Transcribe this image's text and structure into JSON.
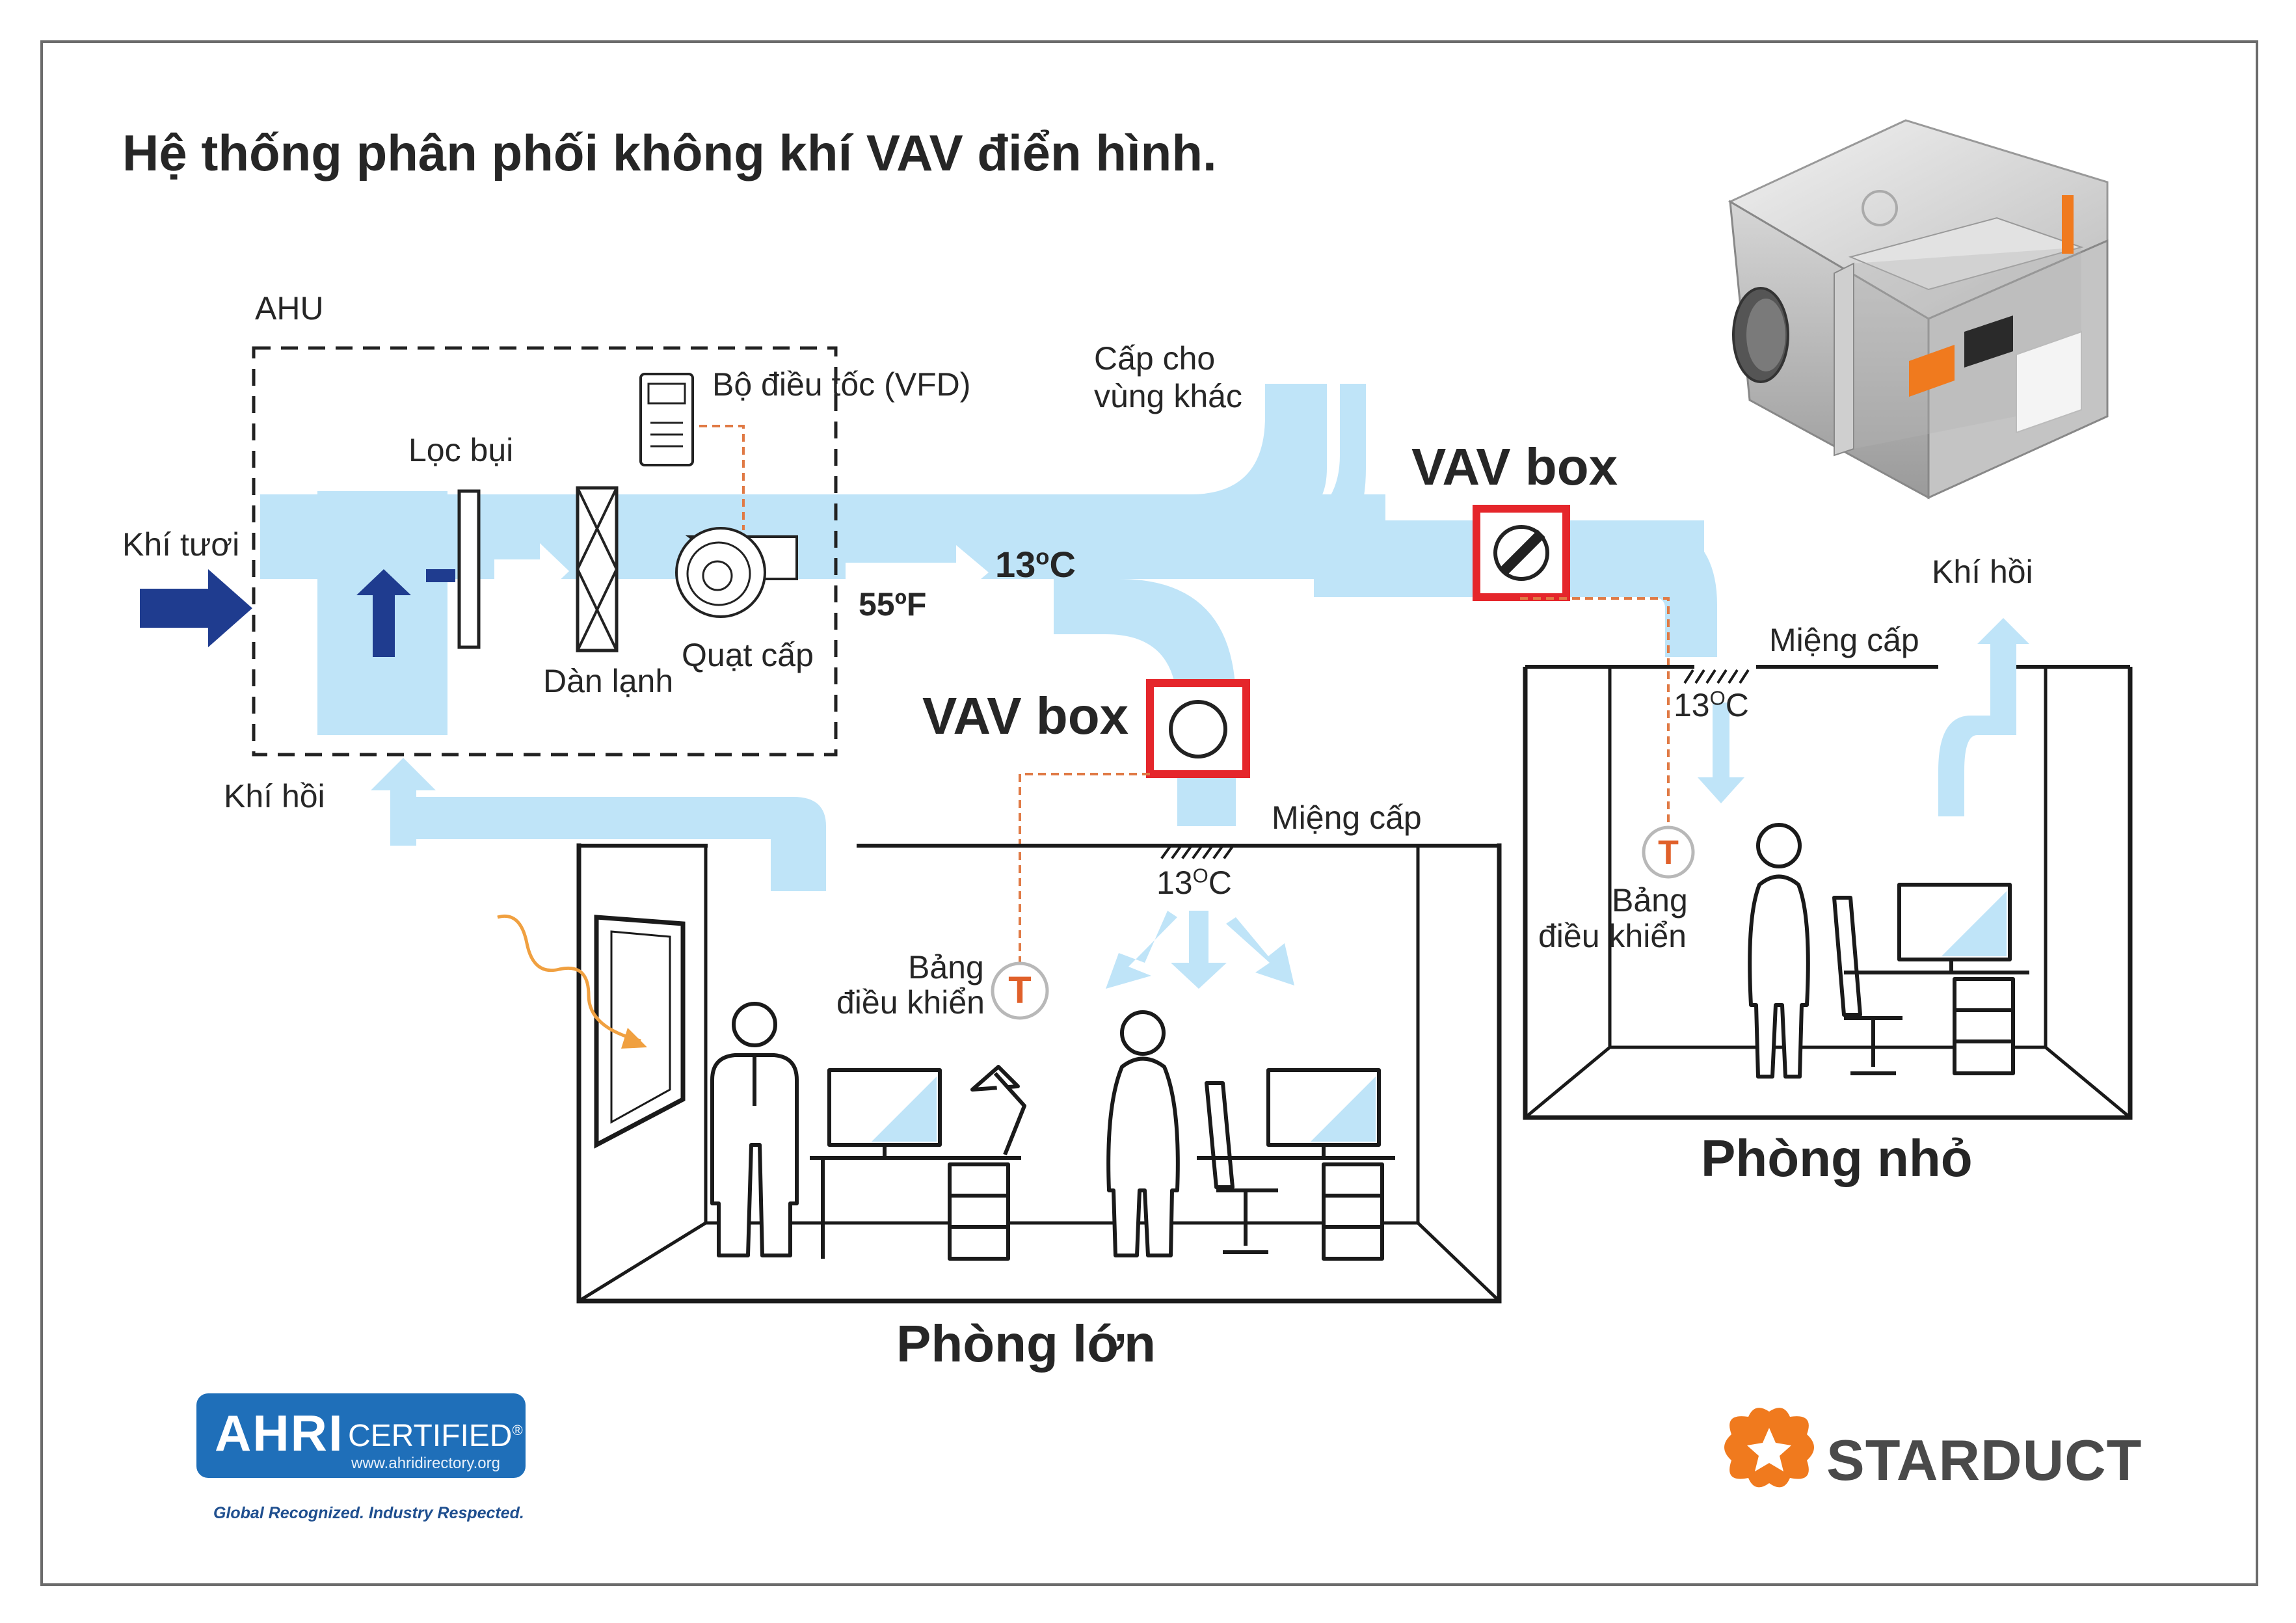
{
  "title": "Hệ thống phân phối không khí VAV điển hình.",
  "labels": {
    "ahu": "AHU",
    "fresh_air": "Khí tươi",
    "return_air_left": "Khí hồi",
    "filter": "Lọc bụi",
    "cooling_coil": "Dàn lạnh",
    "supply_fan": "Quạt cấp",
    "vfd": "Bộ điều tốc (VFD)",
    "supply_other_zone_line1": "Cấp cho",
    "supply_other_zone_line2": "vùng khác",
    "vav_box_center": "VAV box",
    "vav_box_right": "VAV box",
    "supply_temp_c_prefix": "13",
    "supply_temp_c_sup": "o",
    "supply_temp_c_suffix": "C",
    "supply_temp_f": "55ºF",
    "diffuser_big": "Miệng cấp",
    "diffuser_small": "Miệng cấp",
    "room_temp_big_prefix": "13",
    "room_temp_big_sup": "O",
    "room_temp_big_suffix": "C",
    "room_temp_small_prefix": "13",
    "room_temp_small_sup": "O",
    "room_temp_small_suffix": "C",
    "panel_big_line1": "Bảng",
    "panel_big_line2": "điều khiển",
    "panel_small_line1": "Bảng",
    "panel_small_line2": "điều khiển",
    "thermostat_symbol": "T",
    "return_air_right": "Khí hồi",
    "room_big": "Phòng lớn",
    "room_small": "Phòng nhỏ"
  },
  "logos": {
    "ahri_word": "AHRI",
    "ahri_certified": "CERTIFIED",
    "ahri_reg": "®",
    "ahri_url": "www.ahridirectory.org",
    "ahri_tagline": "Global Recognized. Industry Respected.",
    "starduct": "STARDUCT"
  },
  "colors": {
    "duct": "#bfe4f8",
    "arrow_fresh": "#1f3c8f",
    "highlight": "#e5262b",
    "control_line": "#e07a45",
    "thermostat": "#e0602a",
    "brand_orange": "#f07a1e",
    "ahri_blue": "#1f6fb9",
    "text": "#262626"
  },
  "icons": [
    "fresh-air-arrow-icon",
    "filter-icon",
    "cooling-coil-icon",
    "supply-fan-icon",
    "vfd-icon",
    "damper-icon",
    "thermostat-icon",
    "diffuser-icon",
    "person-icon",
    "desk-icon",
    "monitor-icon",
    "office-chair-icon",
    "window-icon",
    "sunlight-icon",
    "lamp-icon",
    "vav-product-photo",
    "starduct-logo-icon"
  ]
}
